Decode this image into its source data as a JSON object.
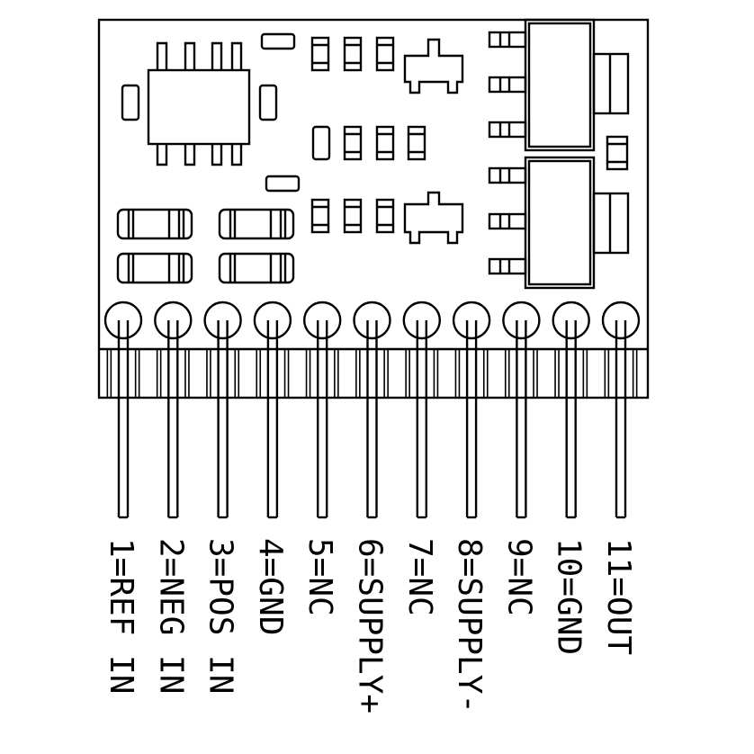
{
  "diagram": {
    "pins": [
      {
        "label": "1=REF IN"
      },
      {
        "label": "2=NEG IN"
      },
      {
        "label": "3=POS IN"
      },
      {
        "label": "4=GND"
      },
      {
        "label": "5=NC"
      },
      {
        "label": "6=SUPPLY+"
      },
      {
        "label": "7=NC"
      },
      {
        "label": "8=SUPPLY-"
      },
      {
        "label": "9=NC"
      },
      {
        "label": "10=GND"
      },
      {
        "label": "11=OUT"
      }
    ]
  }
}
